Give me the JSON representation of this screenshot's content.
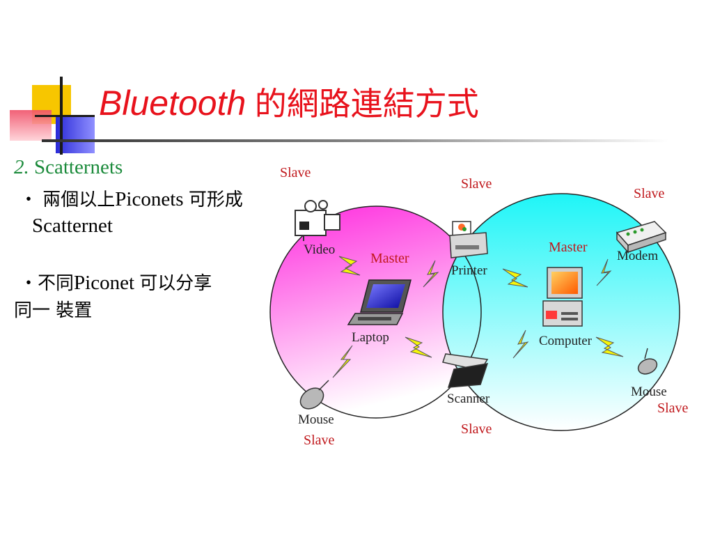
{
  "title": {
    "latin": "Bluetooth",
    "cjk": "的網路連結方式"
  },
  "subtitle": {
    "number": "2.",
    "text": "Scatternets"
  },
  "bullets": [
    {
      "symbol": "・",
      "line1_cjk": "兩個以上",
      "line1_latin": "Piconets",
      "line1_tail": "可形成",
      "line2": "Scatternet"
    },
    {
      "symbol": "・",
      "line1_cjk": "不同",
      "line1_latin": "Piconet",
      "line1_tail": "可以分享",
      "line2": "同一 裝置"
    }
  ],
  "diagram": {
    "roles": {
      "slave": "Slave",
      "master": "Master"
    },
    "devices": {
      "video": "Video",
      "laptop": "Laptop",
      "printer": "Printer",
      "scanner": "Scanner",
      "mouse_left": "Mouse",
      "computer": "Computer",
      "modem": "Modem",
      "mouse_right": "Mouse"
    },
    "colors": {
      "left_piconet": "#ff2bde",
      "right_piconet": "#1ef5f7",
      "role_label": "#c0181c",
      "link": "#f5f50a"
    }
  }
}
